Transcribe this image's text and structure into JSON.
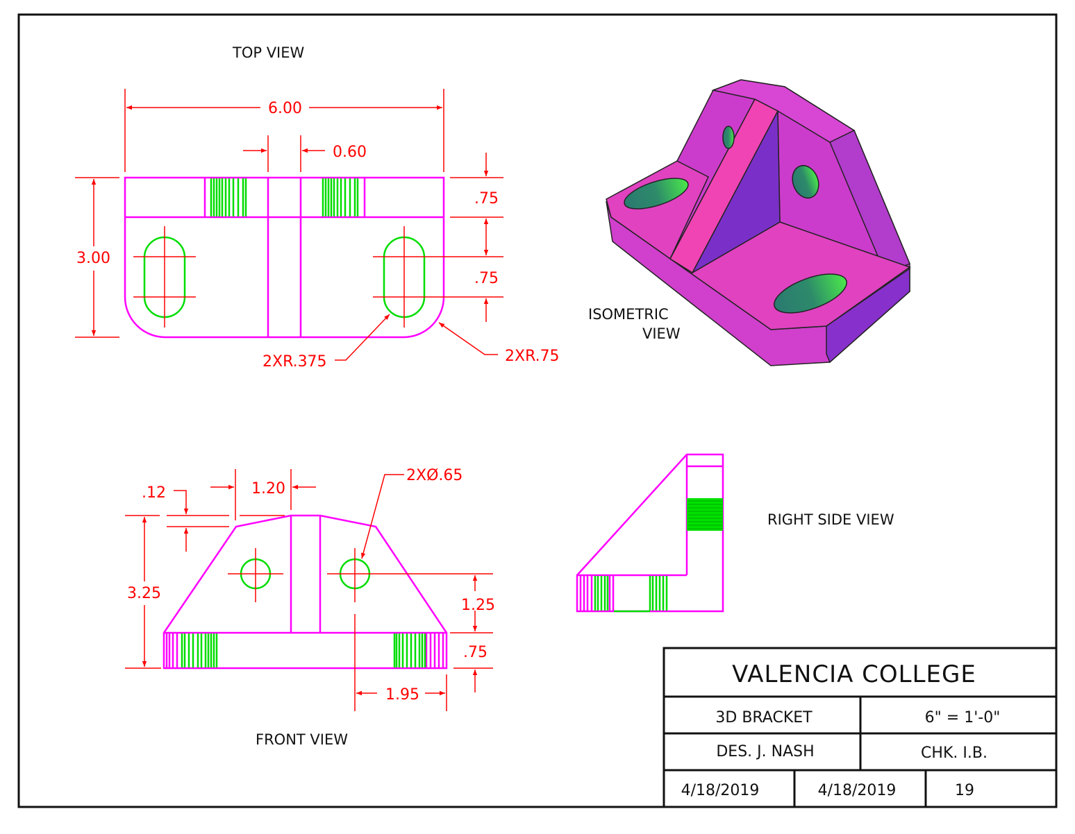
{
  "views": {
    "top": "TOP VIEW",
    "front": "FRONT VIEW",
    "right": "RIGHT SIDE VIEW",
    "iso_line1": "ISOMETRIC",
    "iso_line2": "VIEW"
  },
  "dimensions": {
    "top_width": "6.00",
    "top_slot_gap": "0.60",
    "top_depth": "3.00",
    "top_rib": ".75",
    "top_slot_offset": ".75",
    "slot_radius": "2XR.375",
    "corner_radius": "2XR.75",
    "front_chamfer": ".12",
    "front_rib": "1.20",
    "hole_dia": "2XØ.65",
    "front_height": "3.25",
    "hole_height": "1.25",
    "base_thickness": ".75",
    "hole_offset": "1.95"
  },
  "title_block": {
    "school": "VALENCIA  COLLEGE",
    "title": "3D BRACKET",
    "scale": "6\" = 1'-0\"",
    "designer": "DES. J. NASH",
    "checker": "CHK. I.B.",
    "date1": "4/18/2019",
    "date2": "4/18/2019",
    "sheet": "19"
  },
  "colors": {
    "object": "#ff00ff",
    "hidden": "#00dd00",
    "dimension": "#ff0000"
  }
}
